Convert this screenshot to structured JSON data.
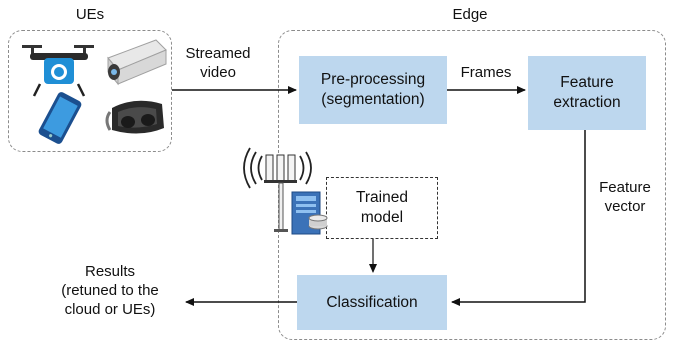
{
  "title_ues": "UEs",
  "title_edge": "Edge",
  "streamed_video": [
    "Streamed",
    "video"
  ],
  "frames": "Frames",
  "preprocessing": [
    "Pre-processing",
    "(segmentation)"
  ],
  "feature_extraction": [
    "Feature",
    "extraction"
  ],
  "feature_vector": [
    "Feature",
    "vector"
  ],
  "trained_model": [
    "Trained",
    "model"
  ],
  "classification": "Classification",
  "results": [
    "Results",
    "(retuned to the",
    "cloud or UEs)"
  ],
  "icons": [
    "drone-icon",
    "camera-icon",
    "smartphone-icon",
    "vr-headset-icon",
    "antenna-server-icon"
  ],
  "colors": {
    "process_box": "#bdd7ee",
    "dashed_border": "#8c8c8c"
  }
}
